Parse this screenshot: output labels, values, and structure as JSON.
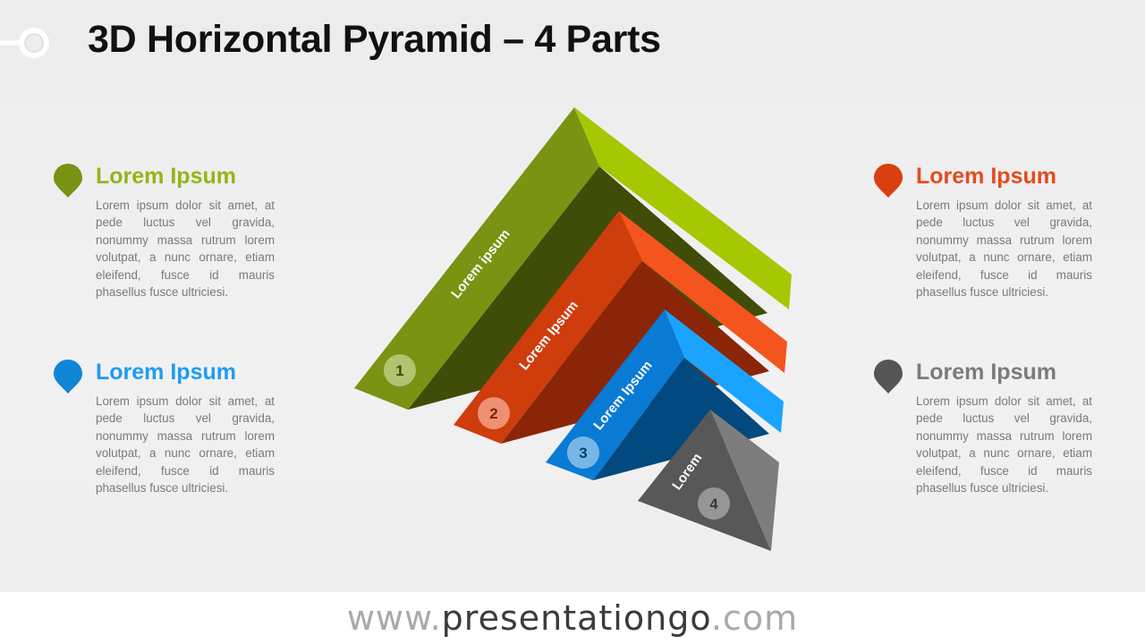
{
  "title": "3D Horizontal Pyramid – 4 Parts",
  "colors": {
    "green": "#94b814",
    "orange": "#ea4a1c",
    "blue": "#1e9bf2",
    "gray": "#6b6b6b"
  },
  "pyramid": [
    {
      "number": "1",
      "label": "Lorem ipsum"
    },
    {
      "number": "2",
      "label": "Lorem Ipsum"
    },
    {
      "number": "3",
      "label": "Lorem Ipsum"
    },
    {
      "number": "4",
      "label": "Lorem"
    }
  ],
  "blocks": [
    {
      "title": "Lorem Ipsum",
      "color": "#93b615",
      "pin_color": "#789312",
      "pin_icon": "location-pin-icon",
      "body": "Lorem ipsum dolor sit amet, at pede luctus vel gravida, nonummy massa rutrum lorem volutpat, a nunc ornare, etiam eleifend, fusce id mauris phasellus fusce ultriciesi."
    },
    {
      "title": "Lorem Ipsum",
      "color": "#1d9df0",
      "pin_color": "#0f86d6",
      "pin_icon": "location-pin-icon",
      "body": "Lorem ipsum dolor sit amet, at pede luctus vel gravida, nonummy massa rutrum lorem volutpat, a nunc ornare, etiam eleifend, fusce id mauris phasellus fusce ultriciesi."
    },
    {
      "title": "Lorem Ipsum",
      "color": "#e54b1d",
      "pin_color": "#d8400f",
      "pin_icon": "location-pin-icon",
      "body": "Lorem ipsum dolor sit amet, at pede luctus vel gravida, nonummy massa rutrum lorem volutpat, a nunc ornare, etiam eleifend, fusce id mauris phasellus fusce ultriciesi."
    },
    {
      "title": "Lorem Ipsum",
      "color": "#7c7c7c",
      "pin_color": "#555555",
      "pin_icon": "location-pin-icon",
      "body": "Lorem ipsum dolor sit amet, at pede luctus vel gravida, nonummy massa rutrum lorem volutpat, a nunc ornare, etiam eleifend, fusce id mauris phasellus fusce ultriciesi."
    }
  ],
  "footer": {
    "prefix": "www.",
    "brand": "presentationgo",
    "suffix": ".com"
  }
}
